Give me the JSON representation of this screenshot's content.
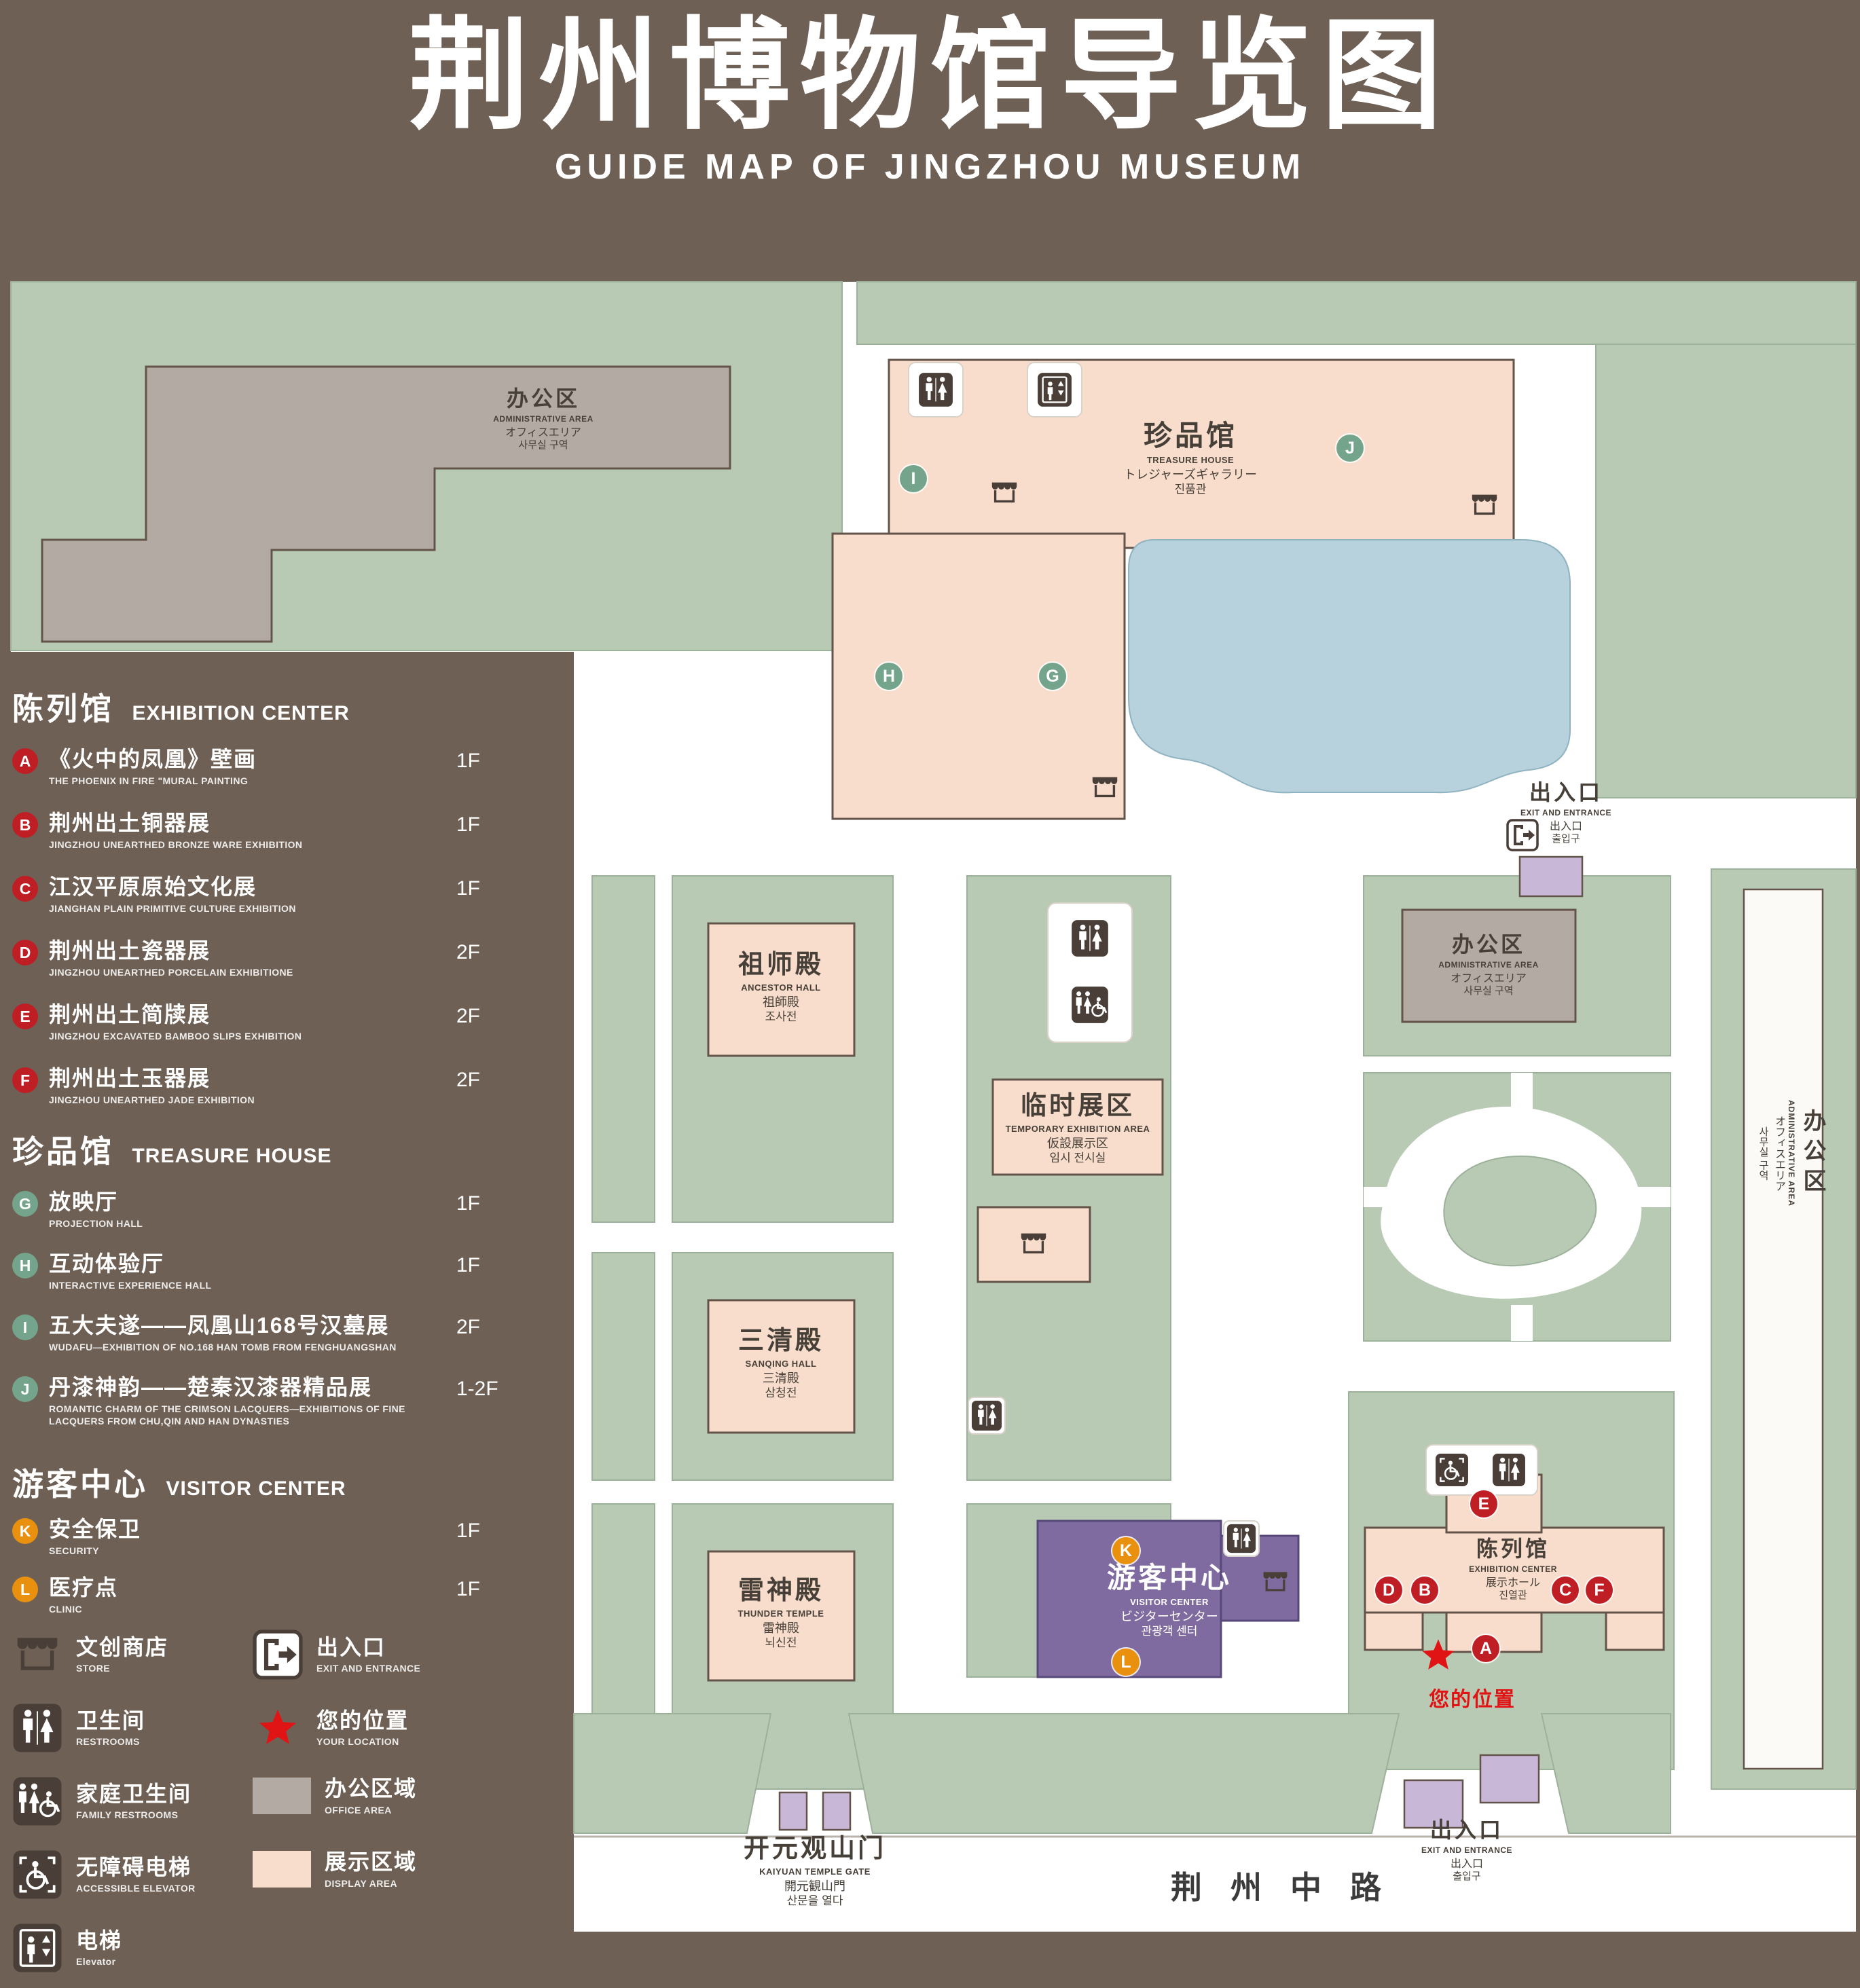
{
  "colors": {
    "background": "#6e6055",
    "ground_green": "#b9cab4",
    "display_area": "#f9ddcc",
    "office_area": "#b3aaa3",
    "pond_blue": "#b7d2dd",
    "visitor_purple": "#7f6b9f",
    "entrance_lavender": "#c9b7d8",
    "path_white": "#ffffff",
    "marker_red": "#c01e25",
    "marker_green": "#74a58c",
    "marker_orange": "#e9910e",
    "icon_brown": "#4a3f38",
    "location_red": "#e01414"
  },
  "header": {
    "title_zh": "荆州博物馆导览图",
    "title_en": "GUIDE MAP OF JINGZHOU MUSEUM"
  },
  "legend": {
    "sections": [
      {
        "zh": "陈列馆",
        "en": "EXHIBITION CENTER",
        "items": [
          {
            "letter": "A",
            "zh": "《火中的凤凰》壁画",
            "en": "THE PHOENIX IN FIRE \"MURAL PAINTING",
            "floor": "1F"
          },
          {
            "letter": "B",
            "zh": "荆州出土铜器展",
            "en": "JINGZHOU UNEARTHED BRONZE WARE EXHIBITION",
            "floor": "1F"
          },
          {
            "letter": "C",
            "zh": "江汉平原原始文化展",
            "en": "JIANGHAN PLAIN PRIMITIVE CULTURE EXHIBITION",
            "floor": "1F"
          },
          {
            "letter": "D",
            "zh": "荆州出土瓷器展",
            "en": "JINGZHOU UNEARTHED PORCELAIN EXHIBITIONE",
            "floor": "2F"
          },
          {
            "letter": "E",
            "zh": "荆州出土简牍展",
            "en": "JINGZHOU EXCAVATED BAMBOO SLIPS EXHIBITION",
            "floor": "2F"
          },
          {
            "letter": "F",
            "zh": "荆州出土玉器展",
            "en": "JINGZHOU UNEARTHED JADE EXHIBITION",
            "floor": "2F"
          }
        ]
      },
      {
        "zh": "珍品馆",
        "en": "TREASURE HOUSE",
        "items": [
          {
            "letter": "G",
            "zh": "放映厅",
            "en": "PROJECTION HALL",
            "floor": "1F"
          },
          {
            "letter": "H",
            "zh": "互动体验厅",
            "en": "INTERACTIVE EXPERIENCE HALL",
            "floor": "1F"
          },
          {
            "letter": "I",
            "zh": "五大夫遂——凤凰山168号汉墓展",
            "en": "WUDAFU—EXHIBITION OF NO.168 HAN TOMB FROM FENGHUANGSHAN",
            "floor": "2F"
          },
          {
            "letter": "J",
            "zh": "丹漆神韵——楚秦汉漆器精品展",
            "en": "ROMANTIC CHARM OF THE CRIMSON LACQUERS—EXHIBITIONS OF FINE LACQUERS FROM CHU,QIN AND HAN DYNASTIES",
            "floor": "1-2F"
          }
        ]
      },
      {
        "zh": "游客中心",
        "en": "VISITOR CENTER",
        "items": [
          {
            "letter": "K",
            "zh": "安全保卫",
            "en": "SECURITY",
            "floor": "1F"
          },
          {
            "letter": "L",
            "zh": "医疗点",
            "en": "CLINIC",
            "floor": "1F"
          }
        ]
      }
    ],
    "symbols": [
      {
        "zh": "文创商店",
        "en": "STORE"
      },
      {
        "zh": "出入口",
        "en": "EXIT AND ENTRANCE"
      },
      {
        "zh": "卫生间",
        "en": "RESTROOMS"
      },
      {
        "zh": "您的位置",
        "en": "YOUR LOCATION"
      },
      {
        "zh": "家庭卫生间",
        "en": "FAMILY RESTROOMS"
      },
      {
        "zh": "办公区域",
        "en": "OFFICE AREA"
      },
      {
        "zh": "无障碍电梯",
        "en": "ACCESSIBLE ELEVATOR"
      },
      {
        "zh": "展示区域",
        "en": "DISPLAY AREA"
      },
      {
        "zh": "电梯",
        "en": "Elevator"
      }
    ]
  },
  "map": {
    "labels": {
      "admin_top_left": {
        "zh": "办公区",
        "en": "ADMINISTRATIVE AREA",
        "ja": "オフィスエリア",
        "ko": "사무실 구역"
      },
      "treasure_house": {
        "zh": "珍品馆",
        "en": "TREASURE HOUSE",
        "ja": "トレジャーズギャラリー",
        "ko": "진품관"
      },
      "exit_right": {
        "zh": "出入口",
        "en": "EXIT AND ENTRANCE",
        "ja": "出入口",
        "ko": "출입구"
      },
      "ancestor_hall": {
        "zh": "祖师殿",
        "en": "ANCESTOR HALL",
        "ja": "祖師殿",
        "ko": "조사전"
      },
      "admin_right": {
        "zh": "办公区",
        "en": "ADMINISTRATIVE AREA",
        "ja": "オフィスエリア",
        "ko": "사무실 구역"
      },
      "admin_far_right": {
        "zh": "办公区",
        "en": "ADMINISTRATIVE AREA",
        "ja": "オフィスエリア",
        "ko": "사무실 구역"
      },
      "temporary_exhibition": {
        "zh": "临时展区",
        "en": "TEMPORARY EXHIBITION AREA",
        "ja": "仮設展示区",
        "ko": "임시 전시실"
      },
      "sanqing_hall": {
        "zh": "三清殿",
        "en": "SANQING HALL",
        "ja": "三清殿",
        "ko": "삼청전"
      },
      "thunder_temple": {
        "zh": "雷神殿",
        "en": "THUNDER TEMPLE",
        "ja": "雷神殿",
        "ko": "뇌신전"
      },
      "visitor_center": {
        "zh": "游客中心",
        "en": "VISITOR CENTER",
        "ja": "ビジターセンター",
        "ko": "관광객 센터"
      },
      "exhibition_center": {
        "zh": "陈列馆",
        "en": "EXHIBITION CENTER",
        "ja": "展示ホール",
        "ko": "진열관"
      },
      "gate": {
        "zh": "开元观山门",
        "en": "KAIYUAN TEMPLE GATE",
        "ja": "開元観山門",
        "ko": "산문을 열다"
      },
      "exit_bottom": {
        "zh": "出入口",
        "en": "EXIT AND ENTRANCE",
        "ja": "出入口",
        "ko": "출입구"
      },
      "your_location": "您的位置",
      "road": "荆州中路"
    },
    "markers": {
      "A": "A",
      "B": "B",
      "C": "C",
      "D": "D",
      "E": "E",
      "F": "F",
      "G": "G",
      "H": "H",
      "I": "I",
      "J": "J",
      "K": "K",
      "L": "L"
    }
  }
}
